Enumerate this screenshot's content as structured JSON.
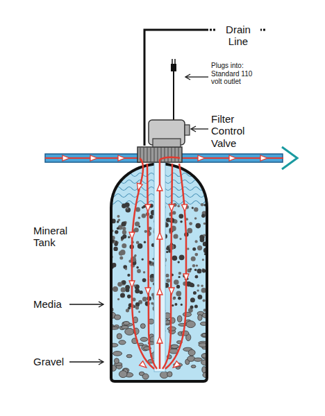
{
  "diagram": {
    "labels": [
      "Drain Line",
      "Plugs into: Standard 110 volt outlet",
      "Filter Control Valve",
      "Mineral Tank",
      "Media",
      "Gravel"
    ]
  }
}
